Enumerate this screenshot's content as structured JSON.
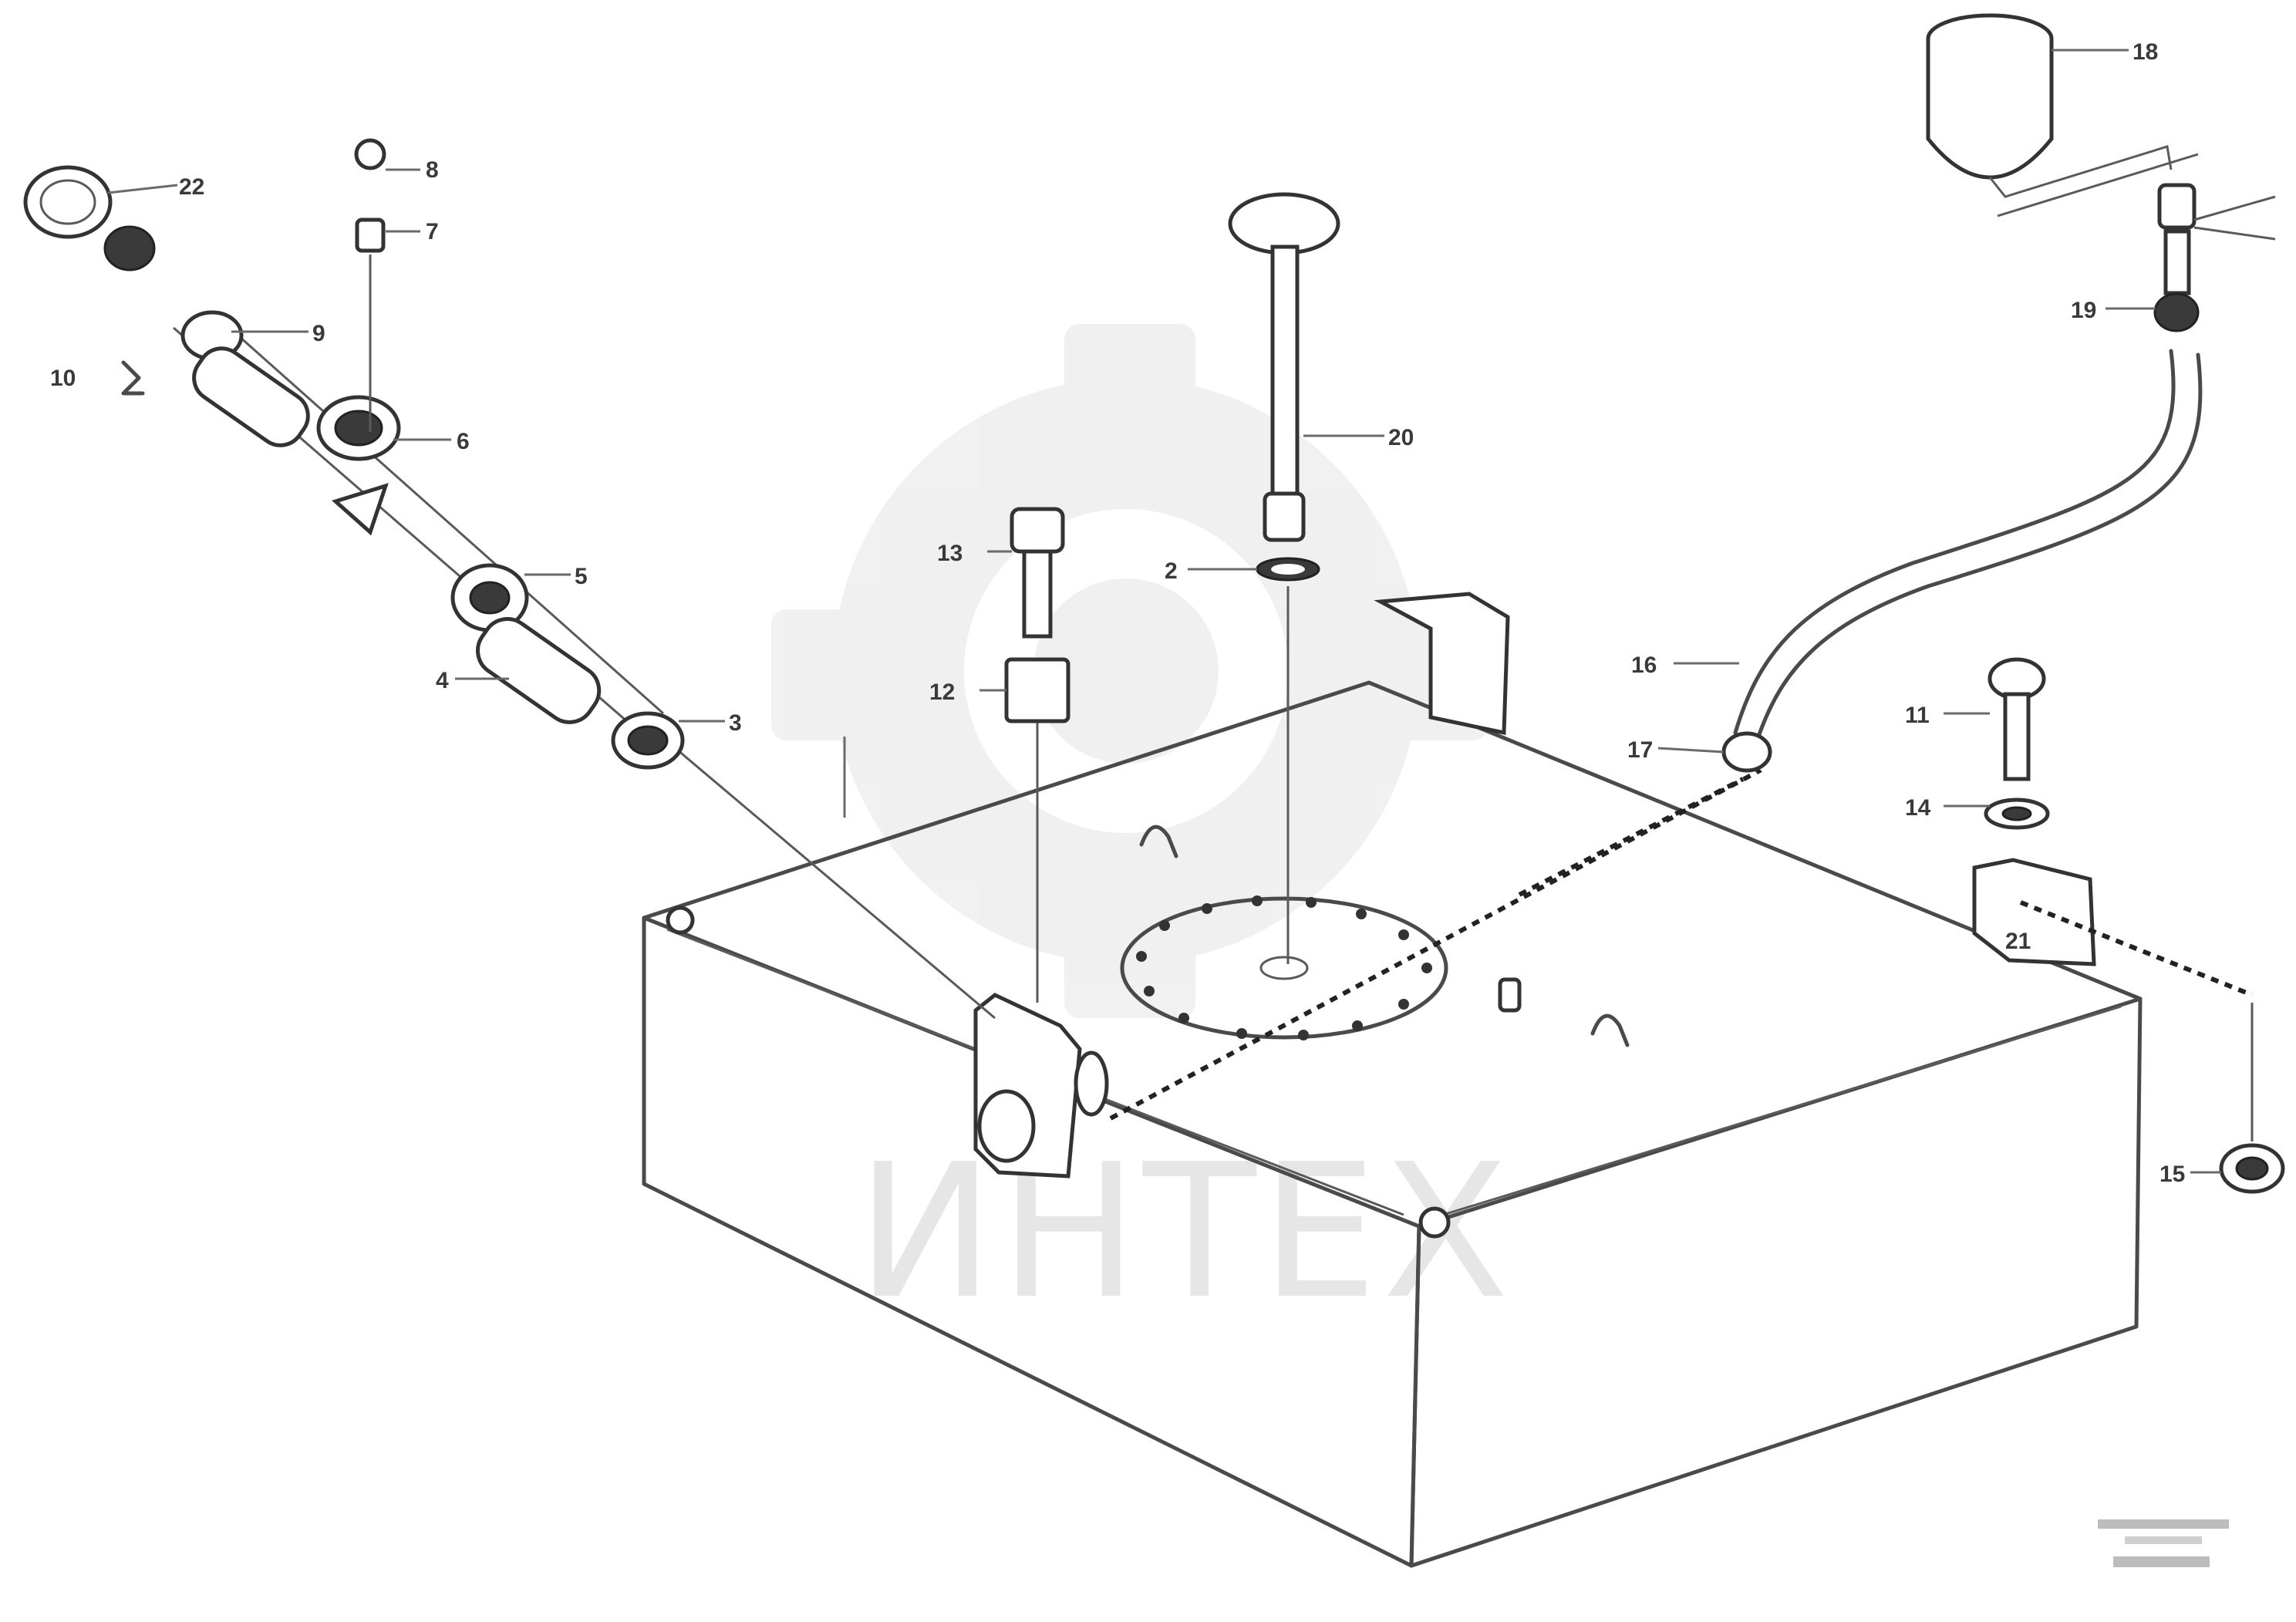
{
  "diagram": {
    "watermark": "ИНТЕХ",
    "callouts": [
      {
        "id": "c2",
        "label": "2"
      },
      {
        "id": "c3",
        "label": "3"
      },
      {
        "id": "c4",
        "label": "4"
      },
      {
        "id": "c5",
        "label": "5"
      },
      {
        "id": "c6",
        "label": "6"
      },
      {
        "id": "c7",
        "label": "7"
      },
      {
        "id": "c8",
        "label": "8"
      },
      {
        "id": "c9",
        "label": "9"
      },
      {
        "id": "c10",
        "label": "10"
      },
      {
        "id": "c11",
        "label": "11"
      },
      {
        "id": "c12",
        "label": "12"
      },
      {
        "id": "c13",
        "label": "13"
      },
      {
        "id": "c14",
        "label": "14"
      },
      {
        "id": "c15",
        "label": "15"
      },
      {
        "id": "c16",
        "label": "16"
      },
      {
        "id": "c17",
        "label": "17"
      },
      {
        "id": "c18",
        "label": "18"
      },
      {
        "id": "c19",
        "label": "19"
      },
      {
        "id": "c20",
        "label": "20"
      },
      {
        "id": "c21",
        "label": "21"
      },
      {
        "id": "c22",
        "label": "22"
      }
    ]
  }
}
